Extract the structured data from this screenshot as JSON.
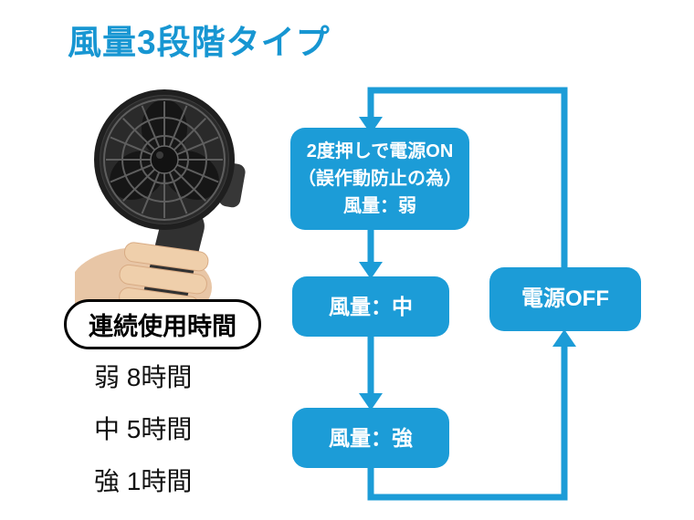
{
  "title": "風量3段階タイプ",
  "colors": {
    "accent": "#1c9cd7"
  },
  "flow": {
    "start": {
      "line1": "2度押しで電源ON",
      "line2": "（誤作動防止の為）",
      "line3": "風量：弱"
    },
    "mid": "風量：中",
    "high": "風量：強",
    "off": "電源OFF"
  },
  "usage": {
    "label": "連続使用時間",
    "items": [
      "弱 8時間",
      "中 5時間",
      "強 1時間"
    ]
  }
}
